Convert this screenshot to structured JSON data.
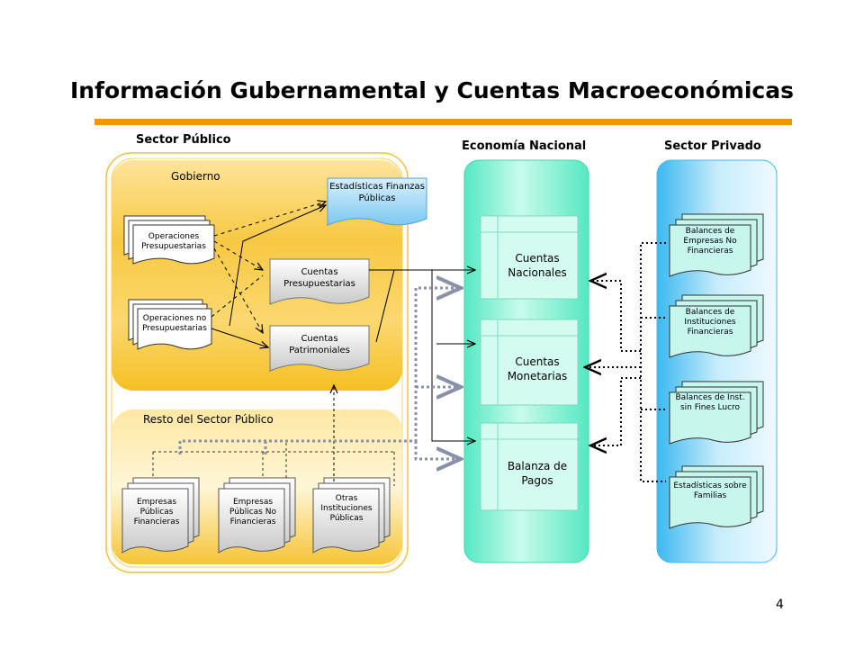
{
  "title": "Información Gubernamental y Cuentas Macroeconómicas",
  "sections": {
    "public": "Sector Público",
    "national": "Economía Nacional",
    "private": "Sector Privado"
  },
  "public_sector": {
    "government_label": "Gobierno",
    "rest_label": "Resto del Sector Público",
    "doc_budget_ops": "Operaciones Presupuestarias",
    "doc_nonbudget_ops": "Operaciones no Presupuestarias",
    "box_stats": "Estadísticas Finanzas Públicas",
    "box_budget_accounts": "Cuentas Presupuestarias",
    "box_patrimonial_accounts": "Cuentas Patrimoniales",
    "doc_fin_enterprises": "Empresas Públicas Financieras",
    "doc_nonfin_enterprises": "Empresas Públicas No Financieras",
    "doc_other_institutions": "Otras Instituciones Públicas"
  },
  "national_economy": {
    "national_accounts": "Cuentas Nacionales",
    "monetary_accounts": "Cuentas Monetarias",
    "balance_of_payments": "Balanza de Pagos"
  },
  "private_sector": {
    "doc_nonfin_companies": "Balances de Empresas No Financieras",
    "doc_fin_institutions": "Balances de Instituciones Financieras",
    "doc_nonprofit": "Balances de Inst. sin Fines Lucro",
    "doc_family_stats": "Estadísticas sobre Familias"
  },
  "page_number": "4",
  "colors": {
    "accent_orange": "#f0960a",
    "government_gold": "#f7c842",
    "national_green": "#55e8c2",
    "private_blue": "#3cb8f0",
    "stats_box_blue": "#8ad0f5",
    "dotted_gray": "#9aa0b5"
  }
}
